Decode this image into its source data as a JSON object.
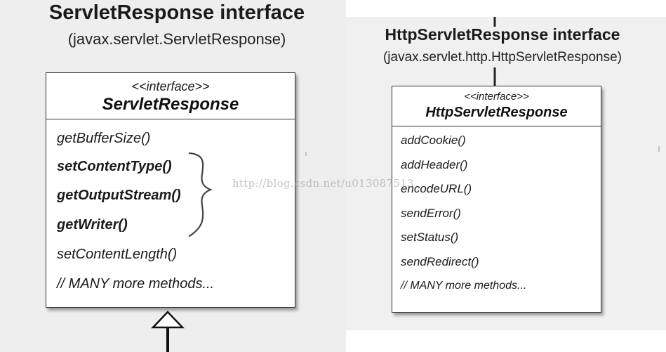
{
  "left": {
    "title": "ServletResponse interface",
    "subtitle": "(javax.servlet.ServletResponse)",
    "box": {
      "stereotype": "<<interface>>",
      "name": "ServletResponse",
      "methods": [
        {
          "label": "getBufferSize()",
          "bold": false
        },
        {
          "label": "setContentType()",
          "bold": true
        },
        {
          "label": "getOutputStream()",
          "bold": true
        },
        {
          "label": "getWriter()",
          "bold": true
        },
        {
          "label": "setContentLength()",
          "bold": false
        },
        {
          "label": "// MANY more methods...",
          "bold": false
        }
      ]
    }
  },
  "right": {
    "title": "HttpServletResponse interface",
    "subtitle": "(javax.servlet.http.HttpServletResponse)",
    "box": {
      "stereotype": "<<interface>>",
      "name": "HttpServletResponse",
      "methods": [
        {
          "label": "addCookie()"
        },
        {
          "label": "addHeader()"
        },
        {
          "label": "encodeURL()"
        },
        {
          "label": "sendError()"
        },
        {
          "label": "setStatus()"
        },
        {
          "label": "sendRedirect()"
        },
        {
          "label": "// MANY more methods..."
        }
      ]
    }
  },
  "watermark": "http://blog.csdn.net/u013087513"
}
